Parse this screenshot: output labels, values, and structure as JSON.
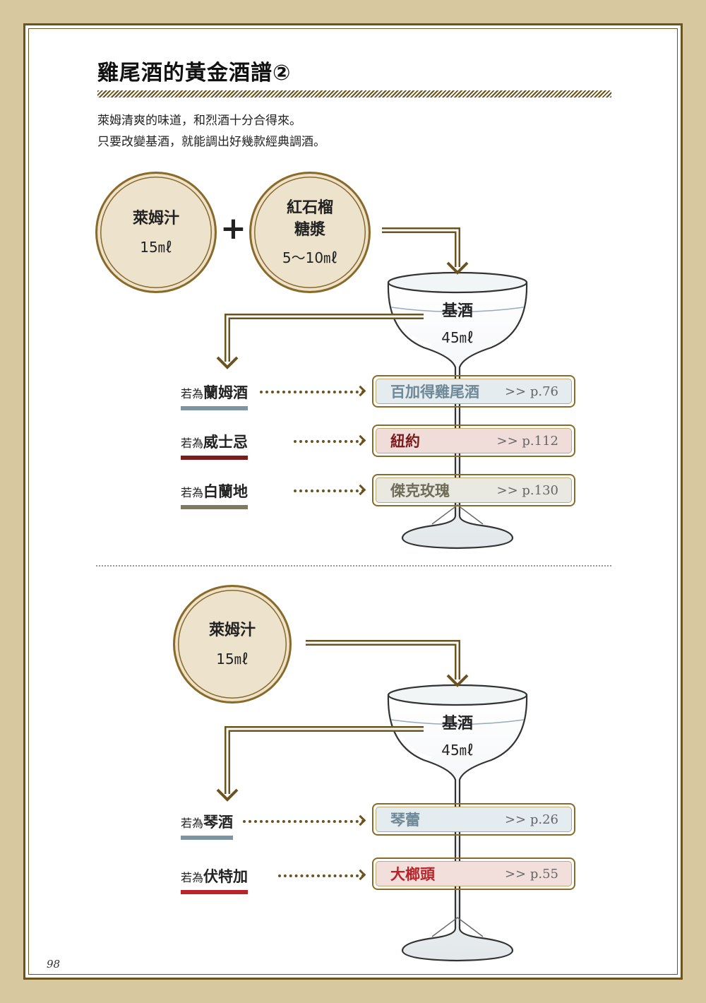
{
  "title": "雞尾酒的黃金酒譜②",
  "intro": [
    "萊姆清爽的味道，和烈酒十分合得來。",
    "只要改變基酒，就能調出好幾款經典調酒。"
  ],
  "recipe1": {
    "ingredients": [
      {
        "name": "萊姆汁",
        "amount": "15㎖"
      },
      {
        "name": "紅石榴糖漿",
        "name_lines": [
          "紅石榴",
          "糖漿"
        ],
        "amount": "5～10㎖"
      }
    ],
    "plus": "+",
    "base": {
      "name": "基酒",
      "amount": "45㎖"
    },
    "variations": [
      {
        "prefix": "若為",
        "spirit": "蘭姆酒",
        "cocktail": "百加得雞尾酒",
        "ref": ">> p.76"
      },
      {
        "prefix": "若為",
        "spirit": "威士忌",
        "cocktail": "紐約",
        "ref": ">> p.112"
      },
      {
        "prefix": "若為",
        "spirit": "白蘭地",
        "cocktail": "傑克玫瑰",
        "ref": ">> p.130"
      }
    ]
  },
  "recipe2": {
    "ingredients": [
      {
        "name": "萊姆汁",
        "amount": "15㎖"
      }
    ],
    "base": {
      "name": "基酒",
      "amount": "45㎖"
    },
    "variations": [
      {
        "prefix": "若為",
        "spirit": "琴酒",
        "cocktail": "琴蕾",
        "ref": ">> p.26"
      },
      {
        "prefix": "若為",
        "spirit": "伏特加",
        "cocktail": "大榔頭",
        "ref": ">> p.55"
      }
    ]
  },
  "page_number": "98",
  "colors": {
    "frame": "#6b5320",
    "circle_fill": "#ede2cc",
    "rum_underline": "#7d95a3",
    "rum_text": "#6e8898",
    "rum_fill": "#e4ecef",
    "whisky_underline": "#7a1c1c",
    "whisky_text": "#7a1c1c",
    "whisky_fill": "#f0dcd8",
    "brandy_underline": "#7d7a62",
    "brandy_text": "#6f6c58",
    "brandy_fill": "#e9e8e1",
    "gin_underline": "#7d95a3",
    "gin_text": "#6e8898",
    "gin_fill": "#e4ecef",
    "vodka_underline": "#b8242a",
    "vodka_text": "#b8242a",
    "vodka_fill": "#f2dedb"
  }
}
